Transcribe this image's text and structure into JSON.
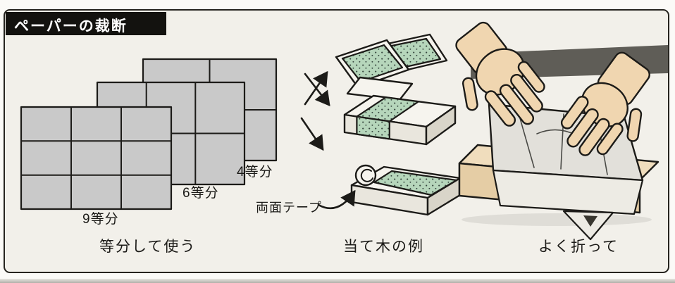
{
  "title": "ペーパーの裁断",
  "division": {
    "label_4": "4等分",
    "label_6": "6等分",
    "label_9": "9等分",
    "caption": "等分して使う"
  },
  "sanding_block": {
    "tape_label": "両面テープ",
    "caption": "当て木の例"
  },
  "folding": {
    "caption": "よく折って"
  },
  "icons": {
    "branch_arrows": "three arrows pointing to sanding-block examples",
    "tape_arrow": "curved arrow pointing to double-sided tape position"
  },
  "colors": {
    "ink": "#1c1b18",
    "background": "#f2f0ea",
    "paper_gray": "#c9c9c9",
    "sandpaper_green": "#b6d6bb",
    "wood_tan": "#e5cda5",
    "skin": "#f0d6b0"
  }
}
